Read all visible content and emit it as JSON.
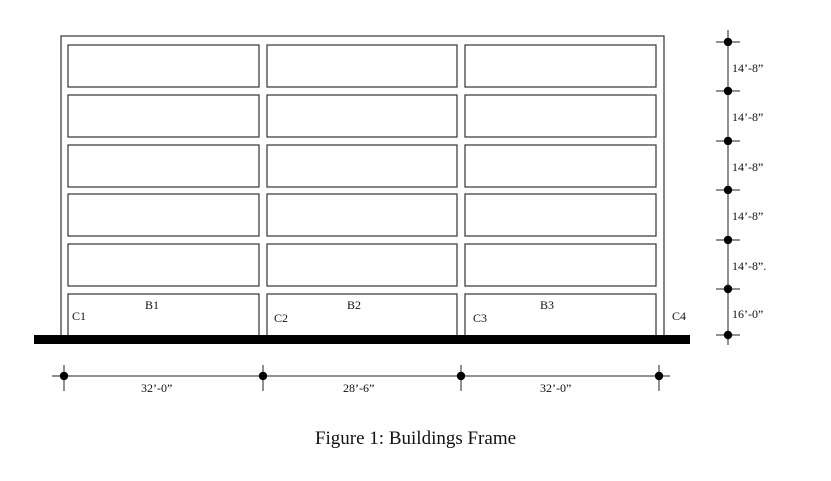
{
  "caption": "Figure 1: Buildings Frame",
  "columns": [
    "C1",
    "C2",
    "C3",
    "C4"
  ],
  "beams": [
    "B1",
    "B2",
    "B3"
  ],
  "bay_widths": [
    "32’-0”",
    "28’-6”",
    "32’-0”"
  ],
  "story_heights": [
    "14’-8”",
    "14’-8”",
    "14’-8”",
    "14’-8”",
    "14’-8”.",
    "16’-0”"
  ],
  "story_count": 6,
  "bay_count": 3,
  "colors": {
    "line": "#111111",
    "ground": "#000000"
  }
}
